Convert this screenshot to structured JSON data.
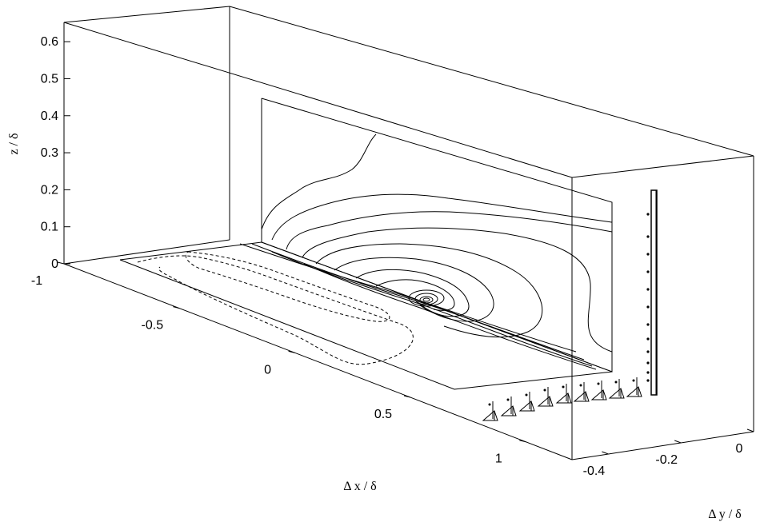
{
  "chart_data": {
    "type": "3d-contour",
    "title": "",
    "xlabel": "Δ x / δ",
    "ylabel": "Δ y / δ",
    "zlabel": "z / δ",
    "xlim": [
      -1,
      1.2
    ],
    "ylim": [
      -0.5,
      0
    ],
    "zlim": [
      0,
      0.65
    ],
    "x_ticks": [
      -1,
      -0.5,
      0,
      0.5,
      1
    ],
    "x_tick_labels": [
      "-1",
      "-0.5",
      "0",
      "0.5",
      "1"
    ],
    "y_ticks": [
      -0.4,
      -0.2,
      0
    ],
    "y_tick_labels": [
      "-0.4",
      "-0.2",
      "0"
    ],
    "z_ticks": [
      0,
      0.1,
      0.2,
      0.3,
      0.4,
      0.5,
      0.6
    ],
    "z_tick_labels": [
      "0",
      "0.1",
      "0.2",
      "0.3",
      "0.4",
      "0.5",
      "0.6"
    ],
    "grid": false,
    "legend": "none",
    "line_color": "#000000",
    "background": "#ffffff",
    "elements": [
      "vertical contour plane (solid contours, concentric loops near the wall)",
      "horizontal wall contour plane (solid and dashed contours)",
      "vertical probe rake at Δx/δ ≈ 1",
      "row of probe symbols along the wall"
    ]
  }
}
